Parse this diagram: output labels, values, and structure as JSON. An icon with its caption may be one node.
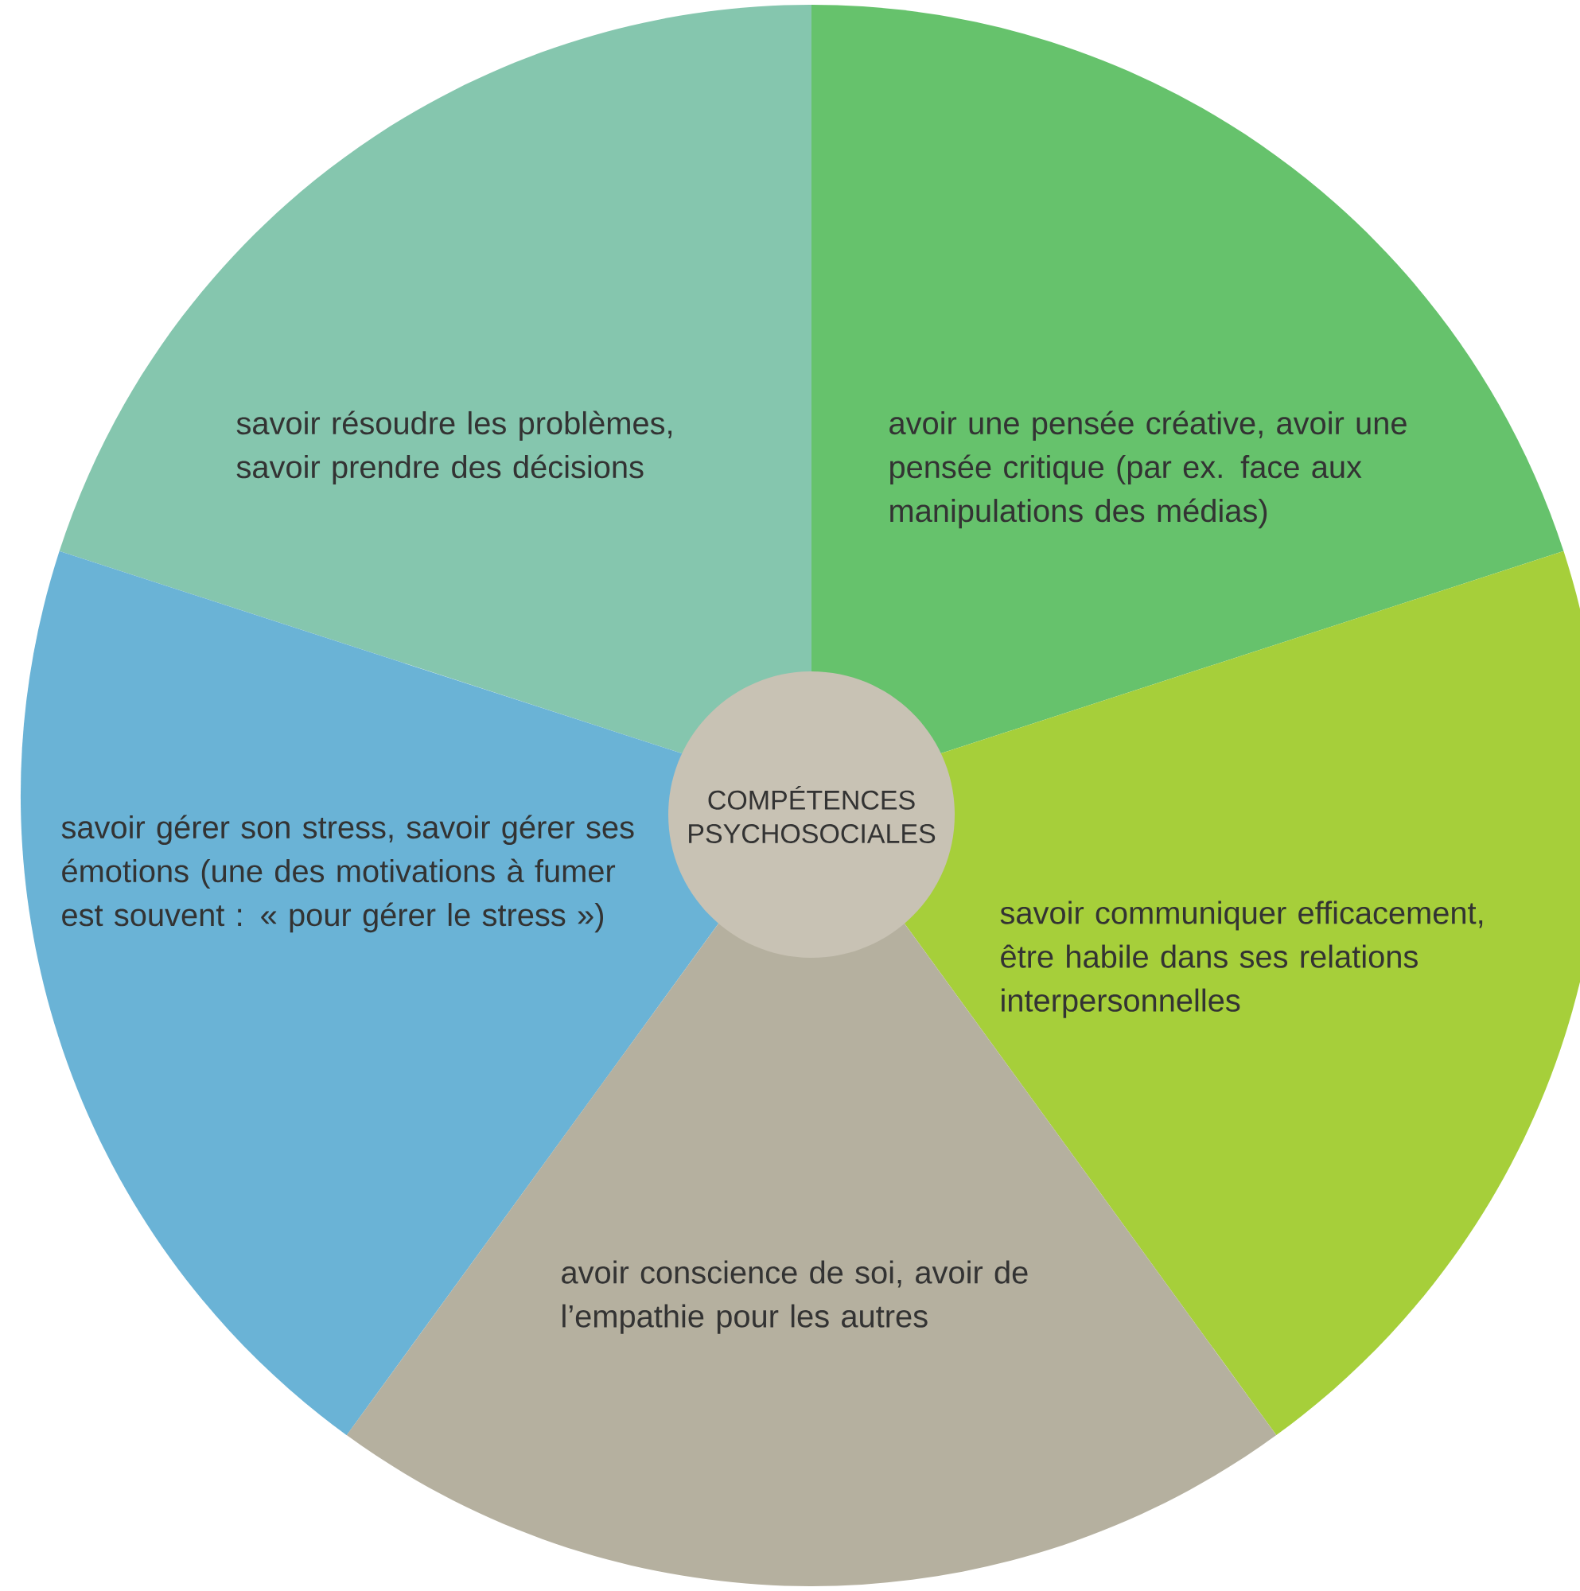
{
  "diagram": {
    "nodes": [
      {
        "text": [
          "savoir résoudre les problèmes, savoir prendre des décisions"
        ]
      },
      {
        "text": [
          "avoir une pensée créative, avoir une pensée critique (par ex. face aux manipulations des médias)"
        ]
      },
      {
        "text": [
          "COMPÉTENCES PSYCHOSOCIALES"
        ]
      },
      {
        "text": [
          "savoir gérer son stress, savoir gérer ses émotions (une des motivations à fumer est  souvent : « pour gérer le stress »)"
        ]
      },
      {
        "text": [
          "savoir communiquer efficacement, être habile dans ses relations interpersonnelles"
        ]
      },
      {
        "text": [
          "avoir conscience de soi, avoir de l’empathie pour les autres"
        ]
      }
    ]
  }
}
